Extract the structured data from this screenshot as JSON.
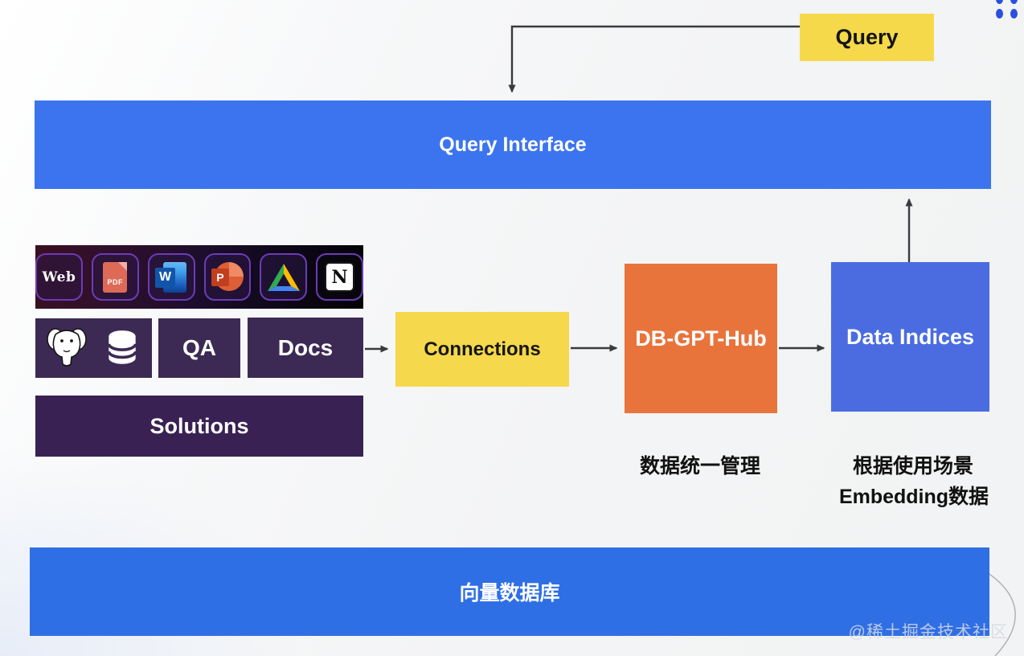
{
  "query_box": {
    "label": "Query"
  },
  "banners": {
    "query_interface": "Query Interface",
    "vector_db": "向量数据库"
  },
  "source_strip": {
    "web_label": "Web",
    "pdf_label": "PDF",
    "word_letter": "W",
    "powerpoint_letter": "P",
    "notion_letter": "N"
  },
  "source_boxes": {
    "qa": "QA",
    "docs": "Docs",
    "solutions": "Solutions"
  },
  "flow": {
    "connections": "Connections",
    "db_gpt_hub": "DB-GPT-Hub",
    "data_indices": "Data Indices"
  },
  "captions": {
    "db_gpt_hub": "数据统一管理",
    "data_indices_line1": "根据使用场景",
    "data_indices_line2": "Embedding数据"
  },
  "watermark": "@稀土掘金技术社区",
  "colors": {
    "banner_blue": "#3b74ee",
    "bottom_banner_blue": "#2f6fe5",
    "indices_blue": "#4b6ce1",
    "accent_yellow": "#f5d94b",
    "hub_orange": "#e8743c",
    "purple_box": "#3c2a54",
    "solutions_purple": "#3a2153",
    "arrow_gray": "#3a3a3e",
    "corner_dot_blue": "#2b4fe0"
  }
}
